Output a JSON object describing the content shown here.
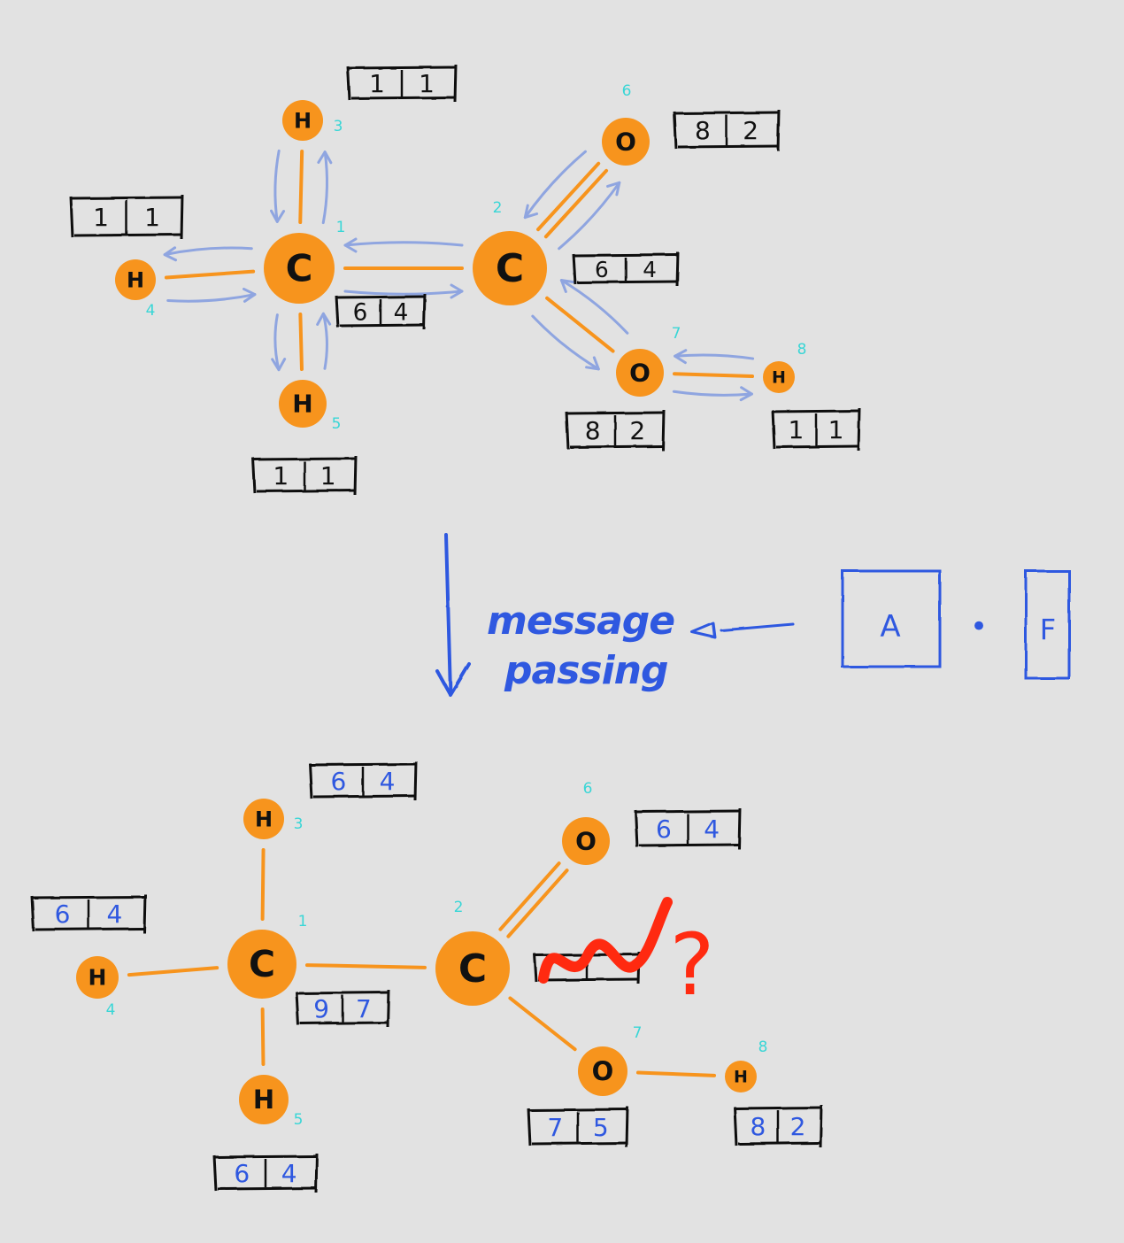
{
  "colors": {
    "background": "#e2e2e2",
    "atom": "#f7941d",
    "bond": "#f7941d",
    "ink": "#111111",
    "index": "#39d6d6",
    "arrow": "#2f58e0",
    "message": "#8fa5e0",
    "strike": "#ff2a10"
  },
  "caption": {
    "line1": "message",
    "line2": "passing"
  },
  "operator": {
    "matrix": "A",
    "dot": "•",
    "vector": "F"
  },
  "molecules": [
    {
      "name": "input",
      "feature_color": "ink",
      "atoms": [
        {
          "id": "1",
          "element": "C",
          "feature": [
            "6",
            "4"
          ]
        },
        {
          "id": "2",
          "element": "C",
          "feature": [
            "6",
            "4"
          ]
        },
        {
          "id": "3",
          "element": "H",
          "feature": [
            "1",
            "1"
          ]
        },
        {
          "id": "4",
          "element": "H",
          "feature": [
            "1",
            "1"
          ]
        },
        {
          "id": "5",
          "element": "H",
          "feature": [
            "1",
            "1"
          ]
        },
        {
          "id": "6",
          "element": "O",
          "feature": [
            "8",
            "2"
          ]
        },
        {
          "id": "7",
          "element": "O",
          "feature": [
            "8",
            "2"
          ]
        },
        {
          "id": "8",
          "element": "H",
          "feature": [
            "1",
            "1"
          ]
        }
      ]
    },
    {
      "name": "output",
      "feature_color": "arrow",
      "atoms": [
        {
          "id": "1",
          "element": "C",
          "feature": [
            "9",
            "7"
          ]
        },
        {
          "id": "2",
          "element": "C",
          "feature": [
            "",
            ""
          ],
          "struck_out": true,
          "mark": "?"
        },
        {
          "id": "3",
          "element": "H",
          "feature": [
            "6",
            "4"
          ]
        },
        {
          "id": "4",
          "element": "H",
          "feature": [
            "6",
            "4"
          ]
        },
        {
          "id": "5",
          "element": "H",
          "feature": [
            "6",
            "4"
          ]
        },
        {
          "id": "6",
          "element": "O",
          "feature": [
            "6",
            "4"
          ]
        },
        {
          "id": "7",
          "element": "O",
          "feature": [
            "7",
            "5"
          ]
        },
        {
          "id": "8",
          "element": "H",
          "feature": [
            "8",
            "2"
          ]
        }
      ]
    }
  ],
  "bonds": [
    {
      "a": "1",
      "b": "2",
      "order": 1
    },
    {
      "a": "1",
      "b": "3",
      "order": 1
    },
    {
      "a": "1",
      "b": "4",
      "order": 1
    },
    {
      "a": "1",
      "b": "5",
      "order": 1
    },
    {
      "a": "2",
      "b": "6",
      "order": 2
    },
    {
      "a": "2",
      "b": "7",
      "order": 1
    },
    {
      "a": "7",
      "b": "8",
      "order": 1
    }
  ]
}
